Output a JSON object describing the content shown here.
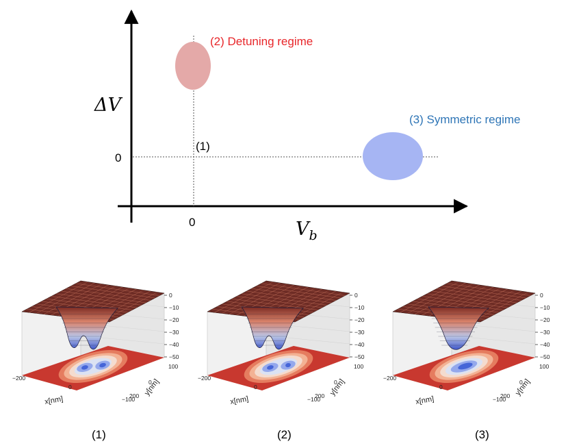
{
  "diagram": {
    "y_axis_label": "ΔV",
    "x_axis_label_main": "V",
    "x_axis_label_sub": "b",
    "y_zero_label": "0",
    "x_zero_label": "0",
    "point_label": "(1)",
    "regime_detuning": "(2) Detuning regime",
    "regime_symmetric": "(3) Symmetric regime",
    "colors": {
      "detuning_fill": "#e4a9a8",
      "detuning_text": "#e8262a",
      "symmetric_fill": "#a6b5f3",
      "symmetric_text": "#2e75b6"
    }
  },
  "plots": [
    {
      "caption": "(1)",
      "xlabel": "x[nm]",
      "ylabel": "y[nm]",
      "x_ticks": [
        "−200",
        "0",
        "200"
      ],
      "y_ticks": [
        "100",
        "0",
        "−100"
      ],
      "z_ticks": [
        "0",
        "−10",
        "−20",
        "−30",
        "−40",
        "−50"
      ]
    },
    {
      "caption": "(2)",
      "xlabel": "x[nm]",
      "ylabel": "y[nm]",
      "x_ticks": [
        "−200",
        "0",
        "200"
      ],
      "y_ticks": [
        "100",
        "0",
        "−100"
      ],
      "z_ticks": [
        "0",
        "−10",
        "−20",
        "−30",
        "−40",
        "−50"
      ]
    },
    {
      "caption": "(3)",
      "xlabel": "x[nm]",
      "ylabel": "y[nm]",
      "x_ticks": [
        "−200",
        "0",
        "200"
      ],
      "y_ticks": [
        "100",
        "0",
        "−100"
      ],
      "z_ticks": [
        "0",
        "−10",
        "−20",
        "−30",
        "−40",
        "−50"
      ]
    }
  ]
}
